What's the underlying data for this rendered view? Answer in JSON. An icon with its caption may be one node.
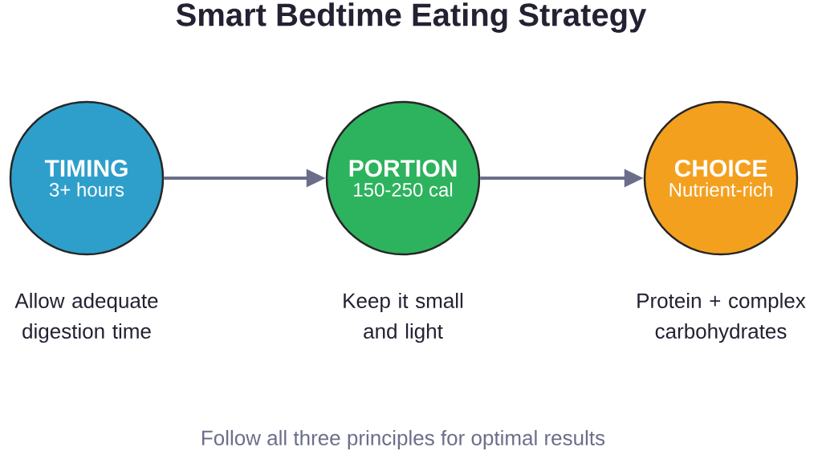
{
  "diagram": {
    "title": "Smart Bedtime Eating Strategy",
    "caption": "Follow all three principles for optimal results",
    "nodes": [
      {
        "text": [
          "TIMING",
          "3+ hours"
        ],
        "beside": [
          "Allow adequate digestion time"
        ]
      },
      {
        "text": [
          "PORTION",
          "150-250 cal"
        ],
        "beside": [
          "Keep it small and light"
        ]
      },
      {
        "text": [
          "CHOICE",
          "Nutrient-rich"
        ],
        "beside": [
          "Protein + complex carbohydrates"
        ]
      }
    ],
    "edges": [
      {
        "from": 0,
        "to": 1,
        "arrow": "to"
      },
      {
        "from": 1,
        "to": 2,
        "arrow": "to"
      }
    ]
  }
}
